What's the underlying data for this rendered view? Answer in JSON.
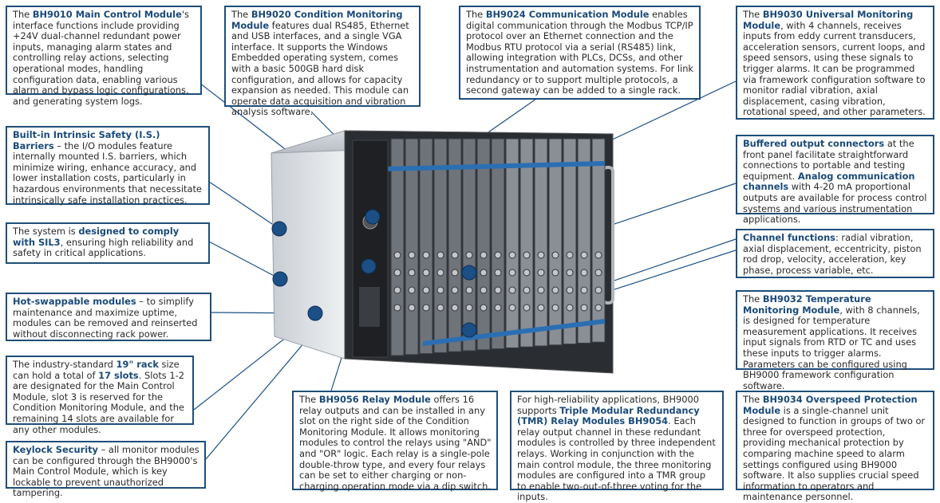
{
  "callouts": [
    {
      "id": "bh9010",
      "parts": [
        {
          "t": "The "
        },
        {
          "t": "BH9010 Main Control Module",
          "b": true
        },
        {
          "t": "'s interface functions include providing +24V dual-channel redundant power inputs, managing alarm states and controlling relay actions, selecting operational modes, handling configuration data, enabling various alarm and bypass logic configurations, and generating system logs."
        }
      ]
    },
    {
      "id": "bh9020",
      "parts": [
        {
          "t": "The "
        },
        {
          "t": "BH9020 Condition Monitoring Module",
          "b": true
        },
        {
          "t": " features dual RS485, Ethernet and USB interfaces, and a single VGA interface. It supports the Windows Embedded operating system, comes with a basic 500GB hard disk configuration, and allows for capacity expansion as needed. This module can operate data acquisition and vibration analysis software."
        }
      ]
    },
    {
      "id": "bh9024",
      "parts": [
        {
          "t": "The "
        },
        {
          "t": "BH9024 Communication Module",
          "b": true
        },
        {
          "t": " enables digital communication through the Modbus TCP/IP protocol over an Ethernet connection and the Modbus RTU protocol via a serial (RS485) link, allowing integration with PLCs, DCSs, and other instrumentation and automation systems. For link redundancy or to support multiple protocols, a second gateway can be added to a single rack."
        }
      ]
    },
    {
      "id": "bh9030",
      "parts": [
        {
          "t": "The "
        },
        {
          "t": "BH9030 Universal Monitoring Module",
          "b": true
        },
        {
          "t": ", with 4 channels, receives inputs from eddy current transducers, acceleration sensors, current loops, and speed sensors, using these signals to trigger alarms. It can be programmed via framework configuration software to monitor radial vibration, axial displacement, casing vibration, rotational speed, and other parameters."
        }
      ]
    },
    {
      "id": "is",
      "parts": [
        {
          "t": "Built-in Intrinsic Safety (I.S.) Barriers",
          "b": true
        },
        {
          "t": " – the I/O modules feature internally mounted I.S. barriers, which minimize wiring, enhance accuracy, and lower installation costs, particularly in hazardous environments that necessitate intrinsically safe installation practices."
        }
      ]
    },
    {
      "id": "sil3",
      "parts": [
        {
          "t": "The system is "
        },
        {
          "t": "designed to comply with SIL3",
          "b": true
        },
        {
          "t": ", ensuring high reliability and safety in critical applications."
        }
      ]
    },
    {
      "id": "hot",
      "parts": [
        {
          "t": "Hot-swappable modules",
          "b": true
        },
        {
          "t": " – to simplify maintenance and maximize uptime, modules can be removed and reinserted without disconnecting rack power."
        }
      ]
    },
    {
      "id": "rack",
      "parts": [
        {
          "t": "The industry-standard "
        },
        {
          "t": "19\" rack",
          "b": true
        },
        {
          "t": " size can hold a total of "
        },
        {
          "t": "17 slots",
          "b": true
        },
        {
          "t": ". Slots 1-2 are designated for the Main Control Module, slot 3 is reserved for the Condition Monitoring Module, and the remaining 14 slots are available for any other modules."
        }
      ]
    },
    {
      "id": "keylock",
      "parts": [
        {
          "t": "Keylock Security",
          "b": true
        },
        {
          "t": " – all monitor modules can be configured through the BH9000's Main Control Module, which is key lockable to prevent unauthorized tampering."
        }
      ]
    },
    {
      "id": "buffered",
      "parts": [
        {
          "t": "Buffered output connectors",
          "b": true
        },
        {
          "t": " at the front panel facilitate straightforward connections to portable and testing equipment. "
        },
        {
          "t": "Analog communication channels",
          "b": true
        },
        {
          "t": " with 4-20 mA proportional outputs are available for process control systems and various instrumentation applications."
        }
      ]
    },
    {
      "id": "channel",
      "parts": [
        {
          "t": "Channel functions",
          "b": true
        },
        {
          "t": ": radial vibration, axial displacement, eccentricity, piston rod drop, velocity, acceleration, key phase, process variable, etc."
        }
      ]
    },
    {
      "id": "bh9032",
      "parts": [
        {
          "t": "The "
        },
        {
          "t": "BH9032 Temperature Monitoring Module",
          "b": true
        },
        {
          "t": ", with 8 channels, is designed for temperature measurement applications. It receives input signals from RTD or TC and uses these inputs to trigger alarms. Parameters can be configured using BH9000 framework configuration software."
        }
      ]
    },
    {
      "id": "bh9056",
      "parts": [
        {
          "t": "The "
        },
        {
          "t": "BH9056 Relay Module",
          "b": true
        },
        {
          "t": " offers 16 relay outputs and can be installed in any slot on the right side of the Condition Monitoring Module. It allows monitoring modules to control the relays using \"AND\" and \"OR\" logic. Each relay is a single-pole double-throw type, and every four relays can be set to either charging or non-charging operation mode via a dip switch."
        }
      ]
    },
    {
      "id": "tmr",
      "parts": [
        {
          "t": "For high-reliability applications, BH9000 supports "
        },
        {
          "t": "Triple Modular Redundancy (TMR) Relay Modules BH9054",
          "b": true
        },
        {
          "t": ". Each relay output channel in these redundant modules is controlled by three independent relays. Working in conjunction with the main control module, the three monitoring modules are configured into a TMR group to enable two-out-of-three voting for the inputs."
        }
      ]
    },
    {
      "id": "bh9034",
      "parts": [
        {
          "t": "The "
        },
        {
          "t": "BH9034 Overspeed Protection Module",
          "b": true
        },
        {
          "t": " is a single-channel unit designed to function in groups of two or three for overspeed protection, providing mechanical protection by comparing machine speed to alarm settings configured using BH9000 software. It also supplies crucial speed information to operators and maintenance personnel."
        }
      ]
    }
  ],
  "colors": {
    "border": "#1f4e79",
    "marker": "#1b4f86",
    "bold": "#1a4a7a"
  }
}
